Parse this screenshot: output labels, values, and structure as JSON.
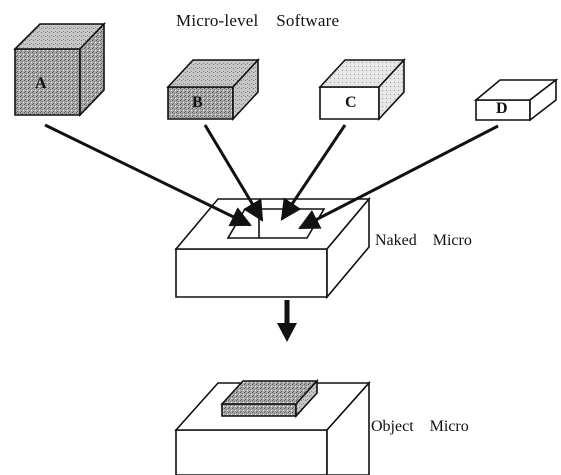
{
  "title": "Micro-level    Software",
  "modules": [
    {
      "letter": "A",
      "shade": "dark"
    },
    {
      "letter": "B",
      "shade": "medium"
    },
    {
      "letter": "C",
      "shade": "light"
    },
    {
      "letter": "D",
      "shade": "white"
    }
  ],
  "naked_label": "Naked    Micro",
  "object_label": "Object    Micro",
  "colors": {
    "line": "#111111",
    "dark_fill": "#9a9a9a",
    "medium_fill": "#b4b4b4",
    "light_fill": "#dcdcdc",
    "white_fill": "#ffffff"
  }
}
